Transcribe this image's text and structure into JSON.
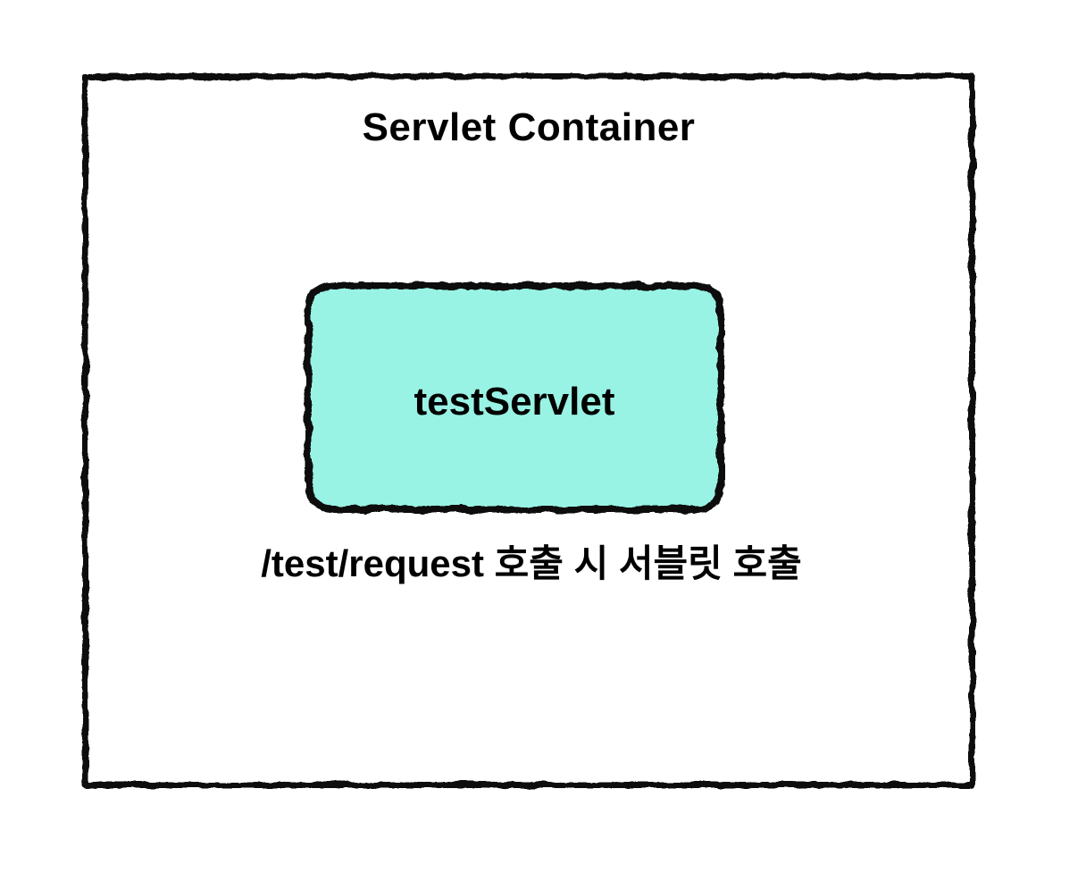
{
  "diagram": {
    "container_title": "Servlet Container",
    "servlet_label": "testServlet",
    "caption": "/test/request 호출 시 서블릿 호출",
    "colors": {
      "background": "#FFFFFF",
      "stroke": "#111111",
      "servlet_fill": "#99F3E4",
      "text": "#000000"
    }
  }
}
